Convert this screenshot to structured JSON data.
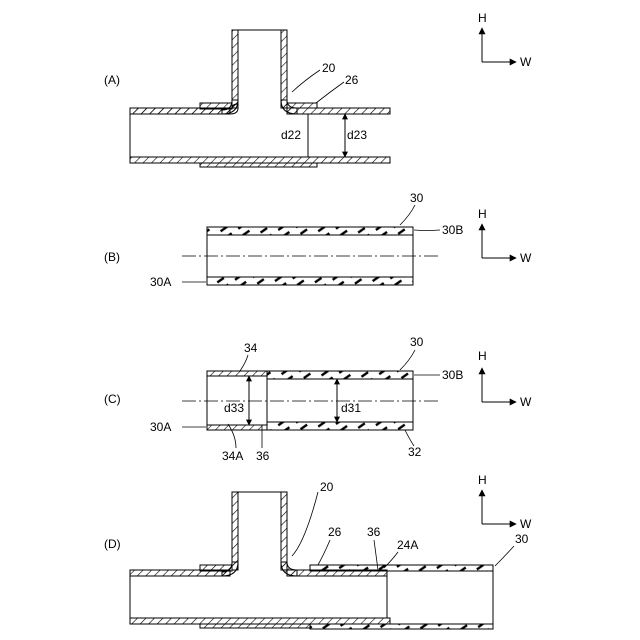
{
  "panels": [
    {
      "label": "(A)",
      "refs": [
        "20",
        "26"
      ],
      "dims": [
        "d22",
        "d23"
      ],
      "axis": {
        "up": "H",
        "right": "W"
      }
    },
    {
      "label": "(B)",
      "refs": [
        "30",
        "30B",
        "30A"
      ],
      "axis": {
        "up": "H",
        "right": "W"
      }
    },
    {
      "label": "(C)",
      "refs": [
        "34",
        "30",
        "30B",
        "30A",
        "34A",
        "36",
        "32"
      ],
      "dims": [
        "d33",
        "d31"
      ],
      "axis": {
        "up": "H",
        "right": "W"
      }
    },
    {
      "label": "(D)",
      "refs": [
        "20",
        "26",
        "36",
        "24A",
        "30"
      ],
      "axis": {
        "up": "H",
        "right": "W"
      }
    }
  ]
}
